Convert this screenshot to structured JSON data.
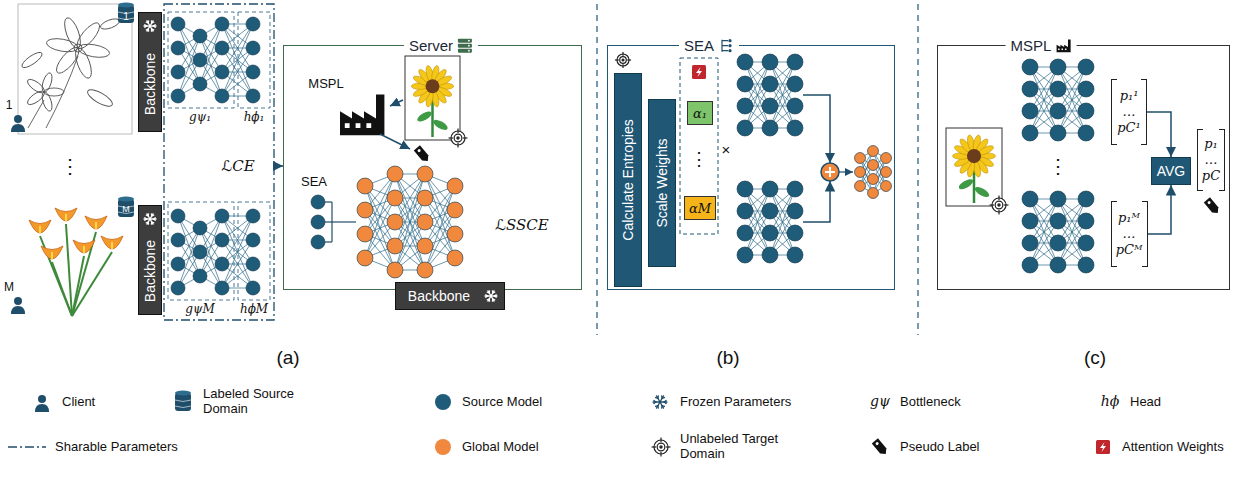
{
  "diagram": {
    "nodes": [
      {
        "text": [
          "Backbone"
        ]
      },
      {
        "text": [
          "Backbone"
        ]
      },
      {
        "text": [
          "Server"
        ]
      },
      {
        "text": [
          "Backbone"
        ]
      },
      {
        "text": [
          "SEA"
        ]
      },
      {
        "text": [
          "Calculate Entropies"
        ],
        "in": 4
      },
      {
        "text": [
          "Scale Weights"
        ],
        "in": 4
      },
      {
        "text": [
          "α₁"
        ],
        "in": 4
      },
      {
        "text": [
          "αM"
        ],
        "in": 4
      },
      {
        "text": [
          "MSPL"
        ]
      },
      {
        "text": [
          "p₁¹",
          "…",
          "pC¹"
        ],
        "in": 9
      },
      {
        "text": [
          "p₁ᴹ",
          "…",
          "pCᴹ"
        ],
        "in": 9
      },
      {
        "text": [
          "AVG"
        ],
        "in": 9
      },
      {
        "text": [
          "p₁",
          "…",
          "pC"
        ],
        "in": 9
      }
    ],
    "edges": [
      {
        "from": 10,
        "to": 12,
        "arrow": "to"
      },
      {
        "from": 11,
        "to": 12,
        "arrow": "to"
      }
    ],
    "labels": [
      "1",
      "1",
      "⋮",
      "M",
      "M",
      "gψ₁",
      "hϕ₁",
      "ℒCE",
      "gψM",
      "hϕM",
      "MSPL",
      "SEA",
      "ℒSSCE",
      "×",
      "⋮",
      "⋮",
      "(a)",
      "(b)",
      "(c)",
      "gψ",
      "hϕ"
    ],
    "legend": [
      {
        "text": "Client"
      },
      {
        "text": "Labeled Source Domain"
      },
      {
        "text": "Source Model",
        "color": "#1f5c7a"
      },
      {
        "text": "Frozen Parameters"
      },
      {
        "text": "Bottleneck"
      },
      {
        "text": "Head"
      },
      {
        "text": "Sharable Parameters"
      },
      {
        "text": "Global Model",
        "color": "#f0883e"
      },
      {
        "text": "Unlabeled Target Domain"
      },
      {
        "text": "Pseudo Label"
      },
      {
        "text": "Attention Weights"
      }
    ]
  }
}
